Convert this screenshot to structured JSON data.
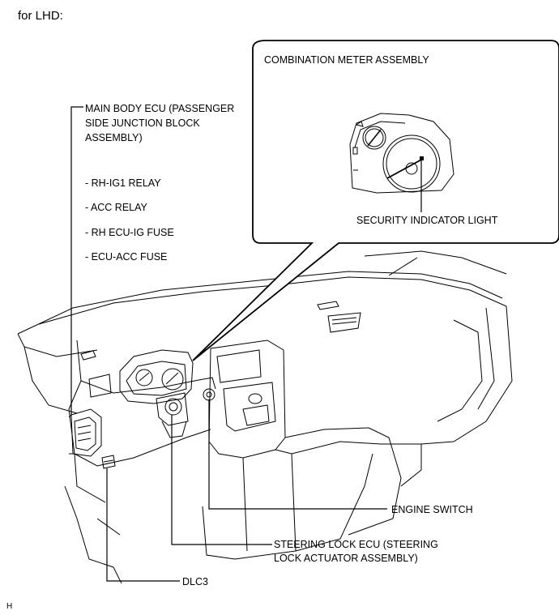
{
  "header": {
    "text": "for LHD:"
  },
  "callout": {
    "title": "COMBINATION METER ASSEMBLY",
    "indicator_label": "SECURITY INDICATOR LIGHT"
  },
  "main_body_ecu": {
    "lines": [
      "MAIN BODY ECU (PASSENGER",
      "SIDE JUNCTION BLOCK",
      "ASSEMBLY)"
    ],
    "items": [
      "- RH-IG1 RELAY",
      "- ACC RELAY",
      "- RH ECU-IG FUSE",
      "- ECU-ACC FUSE"
    ]
  },
  "engine_switch": {
    "label": "ENGINE SWITCH"
  },
  "steering_lock_ecu": {
    "lines": [
      "STEERING LOCK ECU (STEERING",
      "LOCK ACTUATOR ASSEMBLY)"
    ]
  },
  "dlc3": {
    "label": "DLC3"
  },
  "footer": {
    "code": "H"
  }
}
